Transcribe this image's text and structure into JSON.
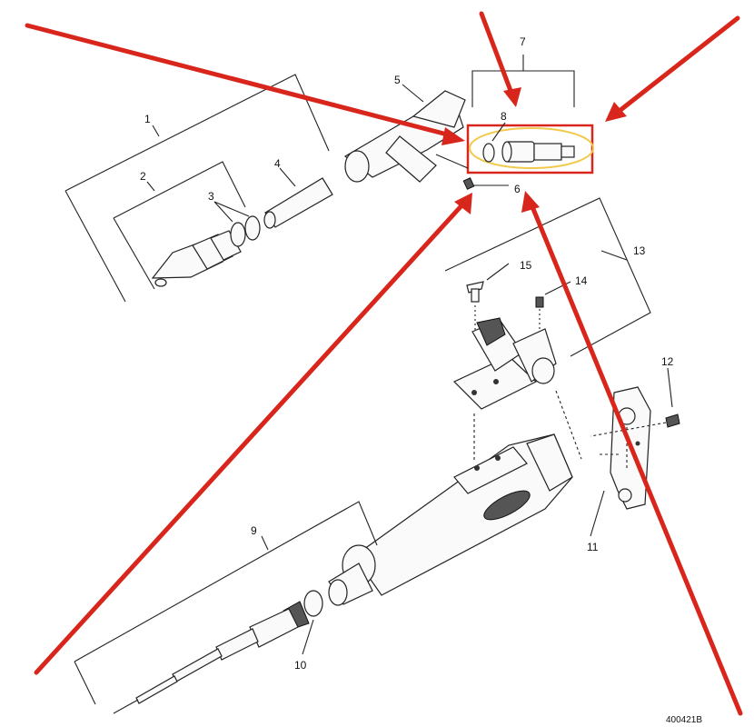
{
  "labels": {
    "l1": "1",
    "l2": "2",
    "l3": "3",
    "l4": "4",
    "l5": "5",
    "l6": "6",
    "l7": "7",
    "l8": "8",
    "l9": "9",
    "l10": "10",
    "l11": "11",
    "l12": "12",
    "l13": "13",
    "l14": "14",
    "l15": "15"
  },
  "figure_id": "400421B",
  "colors": {
    "annotation_red": "#d9261c",
    "highlight_yellow": "#f2c94c",
    "line": "#222222"
  }
}
